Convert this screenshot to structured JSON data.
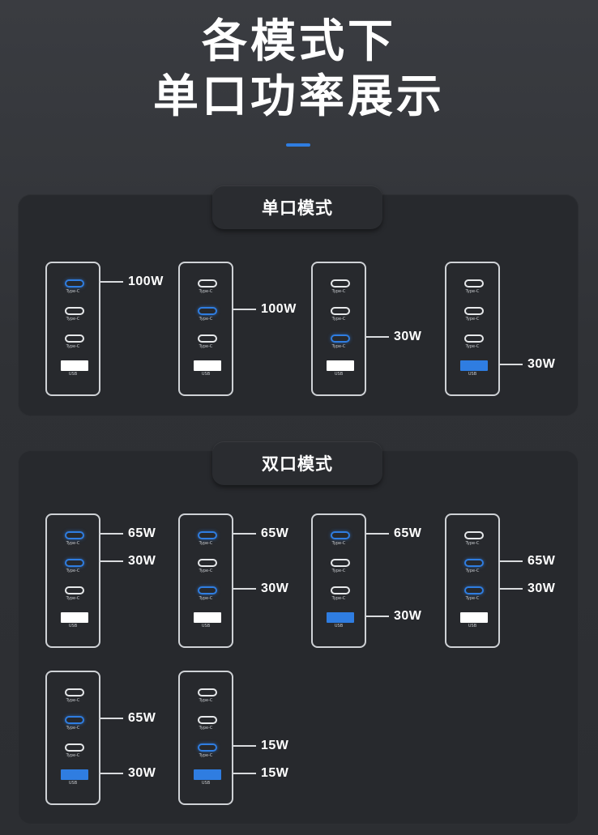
{
  "title": {
    "line1": "各模式下",
    "line2": "单口功率展示"
  },
  "colors": {
    "accent": "#2f7de1",
    "background": "#2f3135",
    "panel": "#27292d"
  },
  "port_labels": {
    "type_c": "Type-C",
    "usb": "USB"
  },
  "sections": [
    {
      "heading": "单口模式",
      "chargers": [
        {
          "callouts": [
            {
              "port": 0,
              "watt": "100W"
            }
          ]
        },
        {
          "callouts": [
            {
              "port": 1,
              "watt": "100W"
            }
          ]
        },
        {
          "callouts": [
            {
              "port": 2,
              "watt": "30W"
            }
          ]
        },
        {
          "callouts": [
            {
              "port": 3,
              "watt": "30W"
            }
          ]
        }
      ]
    },
    {
      "heading": "双口模式",
      "chargers": [
        {
          "callouts": [
            {
              "port": 0,
              "watt": "65W"
            },
            {
              "port": 1,
              "watt": "30W"
            }
          ]
        },
        {
          "callouts": [
            {
              "port": 0,
              "watt": "65W"
            },
            {
              "port": 2,
              "watt": "30W"
            }
          ]
        },
        {
          "callouts": [
            {
              "port": 0,
              "watt": "65W"
            },
            {
              "port": 3,
              "watt": "30W"
            }
          ]
        },
        {
          "callouts": [
            {
              "port": 1,
              "watt": "65W"
            },
            {
              "port": 2,
              "watt": "30W"
            }
          ]
        },
        {
          "callouts": [
            {
              "port": 1,
              "watt": "65W"
            },
            {
              "port": 3,
              "watt": "30W"
            }
          ]
        },
        {
          "callouts": [
            {
              "port": 2,
              "watt": "15W"
            },
            {
              "port": 3,
              "watt": "15W"
            }
          ]
        }
      ]
    }
  ]
}
